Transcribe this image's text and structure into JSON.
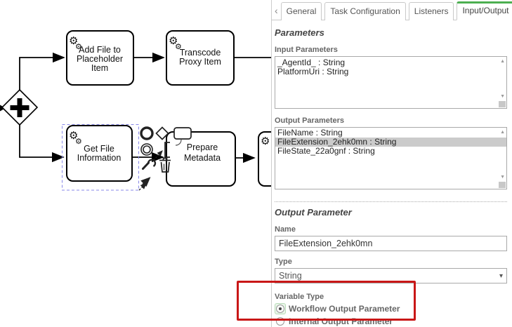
{
  "icons": {
    "gear": "⚙",
    "chevron_left": "‹",
    "dropdown_arrow": "▾",
    "scroll_up": "▲",
    "scroll_down": "▼"
  },
  "colors": {
    "active_tab_green": "#4caf50",
    "annotation_red": "#c91717",
    "selection_outline_blue": "#8888e8",
    "selected_row_gray": "#cbcbcb"
  },
  "diagram": {
    "gateway": {
      "type": "parallel-gateway"
    },
    "tasks": [
      {
        "id": "add-file-to-placeholder-item",
        "label_lines": [
          "Add File to",
          "Placeholder",
          "Item"
        ],
        "selected": false
      },
      {
        "id": "transcode-proxy-item",
        "label_lines": [
          "Transcode",
          "Proxy Item"
        ],
        "selected": false
      },
      {
        "id": "get-file-information",
        "label_lines": [
          "Get File",
          "Information"
        ],
        "selected": true
      },
      {
        "id": "prepare-metadata",
        "label_lines": [
          "Prepare",
          "Metadata"
        ],
        "selected": false
      }
    ],
    "context_pad_actions": [
      "append-end-event",
      "append-gateway",
      "append-task",
      "append-intermediate-event",
      "append-text-annotation",
      "change-type",
      "delete",
      "connect"
    ]
  },
  "panel": {
    "tabs": [
      {
        "label": "General",
        "active": false
      },
      {
        "label": "Task Configuration",
        "active": false
      },
      {
        "label": "Listeners",
        "active": false
      },
      {
        "label": "Input/Output",
        "active": true
      }
    ],
    "parameters_heading": "Parameters",
    "input_parameters": {
      "label": "Input Parameters",
      "items": [
        "_AgentId_ : String",
        "PlatformUri : String"
      ]
    },
    "output_parameters": {
      "label": "Output Parameters",
      "items": [
        "FileName : String",
        "FileExtension_2ehk0mn : String",
        "FileState_22a0gnf : String"
      ],
      "selected_index": 1
    },
    "output_parameter_section": {
      "heading": "Output Parameter",
      "name_label": "Name",
      "name_value": "FileExtension_2ehk0mn",
      "type_label": "Type",
      "type_value": "String",
      "variable_type_label": "Variable Type",
      "radio_options": [
        {
          "label": "Workflow Output Parameter",
          "selected": true
        },
        {
          "label": "Internal Output Parameter",
          "selected": false
        }
      ]
    }
  }
}
